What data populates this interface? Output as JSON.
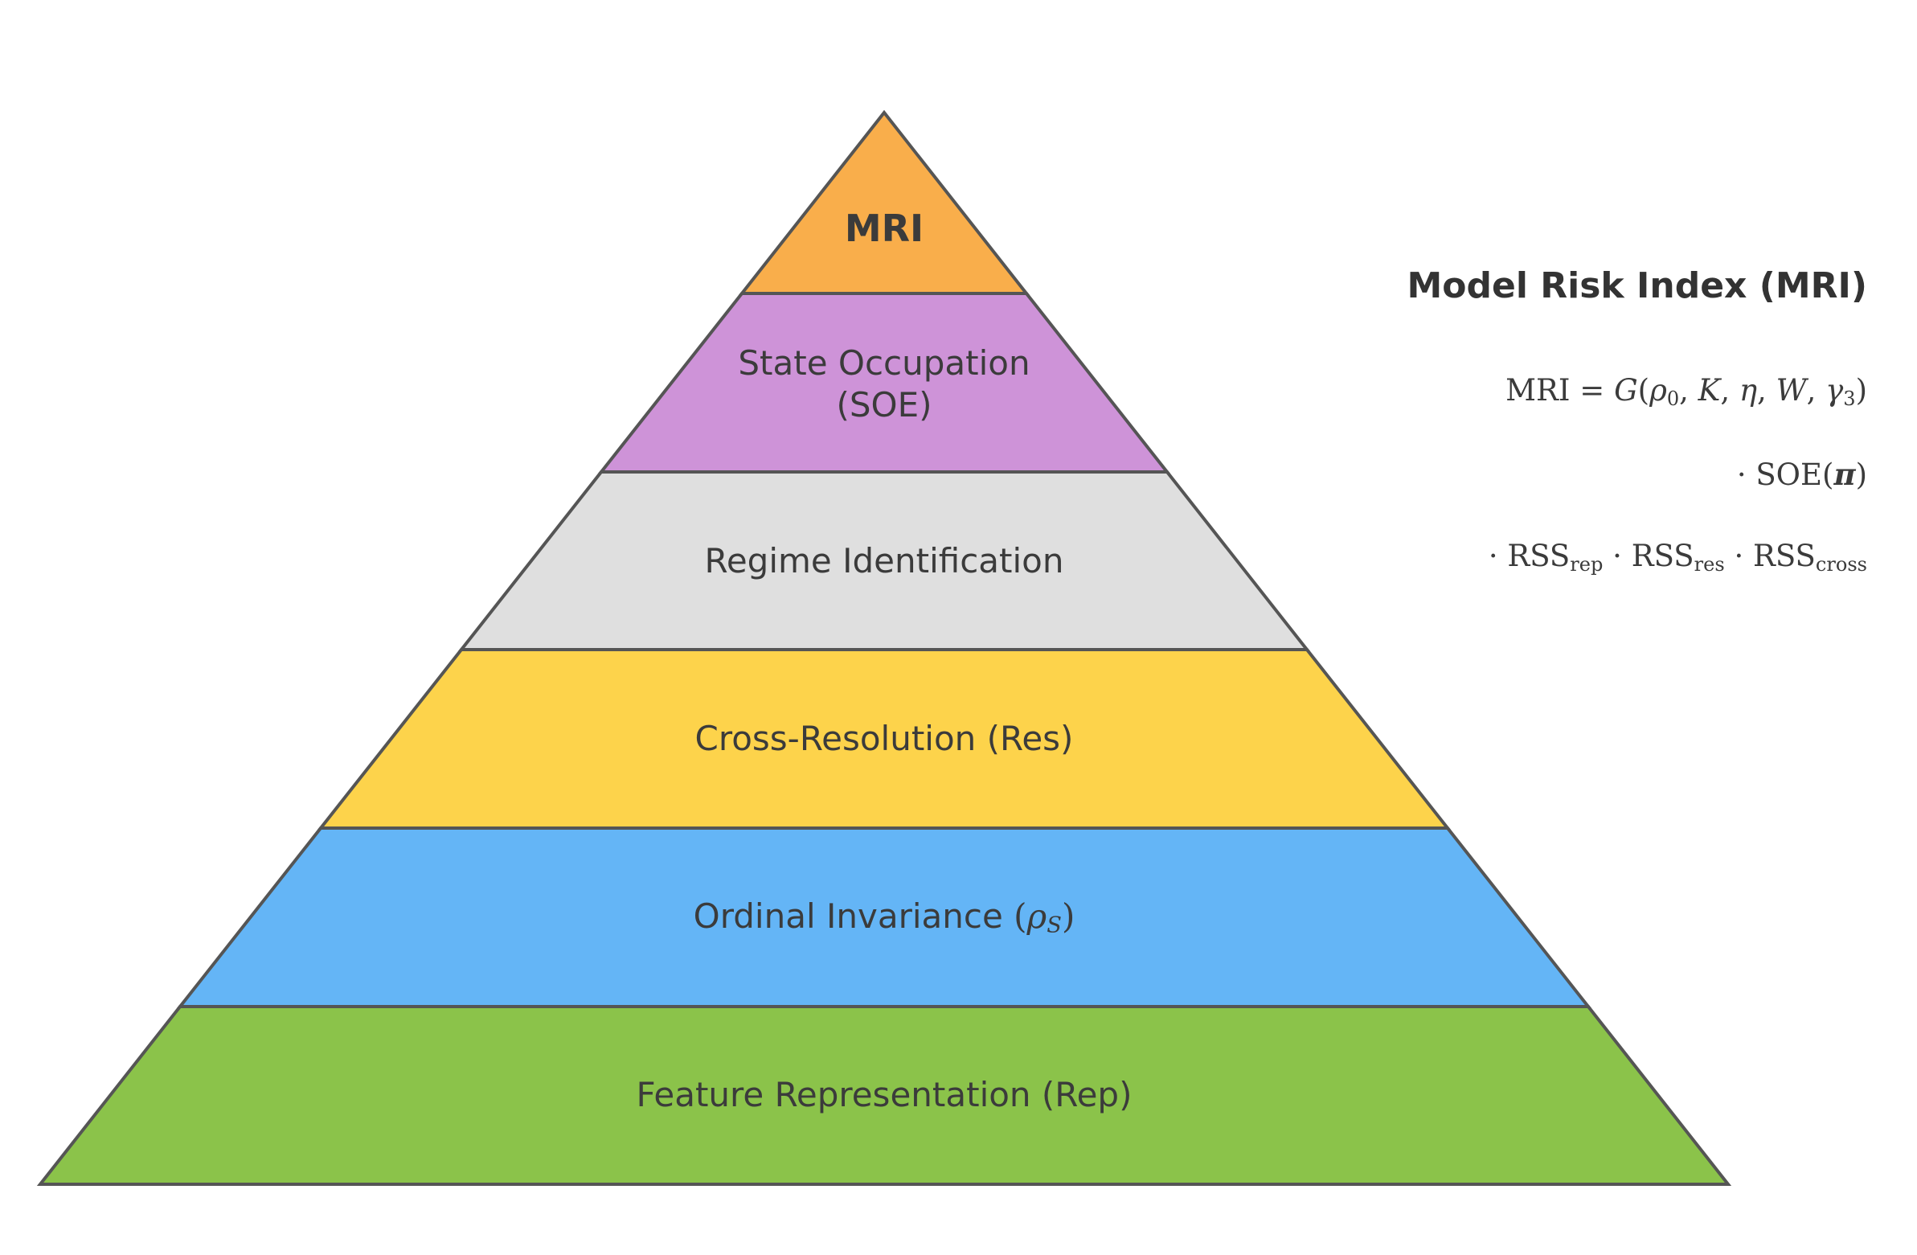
{
  "diagram": {
    "kind": "pyramid",
    "border_color": "#555555",
    "text_color": "#3b3b3b",
    "layers": [
      {
        "id": "mri",
        "label": "MRI",
        "color": "#F9AE4B"
      },
      {
        "id": "soe",
        "lines": [
          "State Occupation",
          "(SOE)"
        ],
        "color": "#CE93D8"
      },
      {
        "id": "regime",
        "label": "Regime Identification",
        "color": "#DFDFDF"
      },
      {
        "id": "res",
        "label": "Cross-Resolution (Res)",
        "color": "#FDD34B"
      },
      {
        "id": "ordinal",
        "color": "#64B5F6",
        "label_parts": [
          {
            "t": "Ordinal Invariance ",
            "s": "sans"
          },
          {
            "t": "(",
            "s": "math"
          },
          {
            "t": "ρ",
            "s": "mathit"
          },
          {
            "t": "S",
            "s": "mathsubit"
          },
          {
            "t": ")",
            "s": "math"
          }
        ]
      },
      {
        "id": "rep",
        "label": "Feature Representation (Rep)",
        "color": "#8BC34A"
      }
    ]
  },
  "side_panel": {
    "title": "Model Risk Index (MRI)",
    "formula": {
      "line1_parts": [
        {
          "t": "MRI = ",
          "s": "rm"
        },
        {
          "t": "G",
          "s": "it"
        },
        {
          "t": "(",
          "s": "rm"
        },
        {
          "t": "ρ",
          "s": "it"
        },
        {
          "t": "0",
          "s": "sub"
        },
        {
          "t": ", ",
          "s": "rm"
        },
        {
          "t": "K",
          "s": "it"
        },
        {
          "t": ", ",
          "s": "rm"
        },
        {
          "t": "η",
          "s": "it"
        },
        {
          "t": ", ",
          "s": "rm"
        },
        {
          "t": "W",
          "s": "it"
        },
        {
          "t": ", ",
          "s": "rm"
        },
        {
          "t": "γ",
          "s": "it"
        },
        {
          "t": "3",
          "s": "sub"
        },
        {
          "t": ")",
          "s": "rm"
        }
      ],
      "line2_parts": [
        {
          "t": "· SOE(",
          "s": "rm"
        },
        {
          "t": "π",
          "s": "bfit"
        },
        {
          "t": ")",
          "s": "rm"
        }
      ],
      "line3_parts": [
        {
          "t": "· RSS",
          "s": "rm"
        },
        {
          "t": "rep",
          "s": "sub"
        },
        {
          "t": " · RSS",
          "s": "rm"
        },
        {
          "t": "res",
          "s": "sub"
        },
        {
          "t": " · RSS",
          "s": "rm"
        },
        {
          "t": "cross",
          "s": "sub"
        }
      ]
    }
  }
}
